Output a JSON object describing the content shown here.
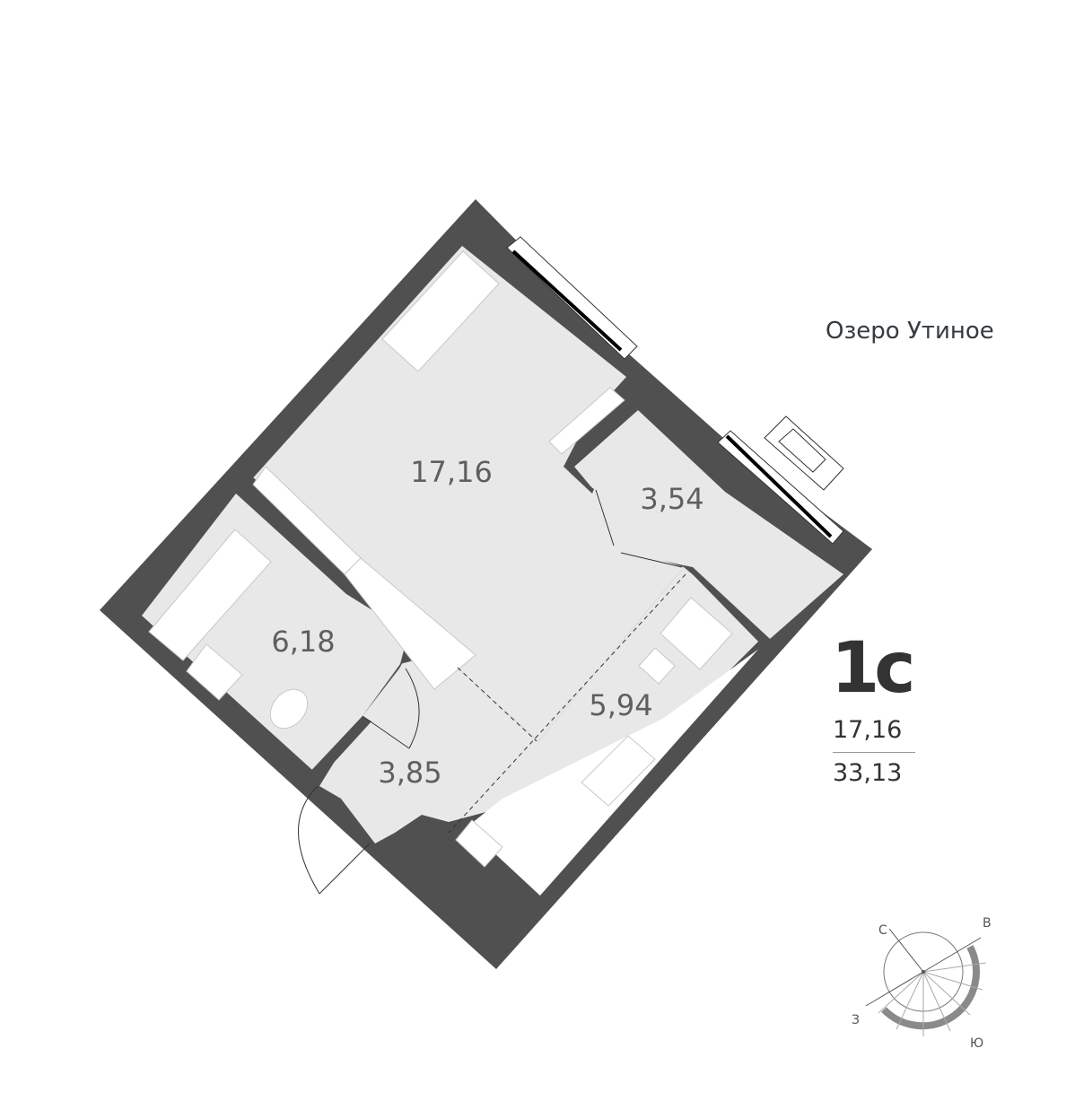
{
  "apartment": {
    "type": "1с",
    "living_area": "17,16",
    "total_area": "33,13"
  },
  "landmark": {
    "label": "Озеро Утиное"
  },
  "rooms": [
    {
      "name": "living-room",
      "area": "17,16"
    },
    {
      "name": "loggia",
      "area": "3,54"
    },
    {
      "name": "bathroom",
      "area": "6,18"
    },
    {
      "name": "kitchen",
      "area": "5,94"
    },
    {
      "name": "hallway",
      "area": "3,85"
    }
  ],
  "compass": {
    "north": "С",
    "east": "В",
    "west": "З",
    "south": "Ю"
  },
  "colors": {
    "wall": "#505050",
    "floor": "#e8e8e8",
    "furniture": "#ffffff",
    "furniture_stroke": "#c8c8c8",
    "label": "#5f5f5f",
    "title": "#333333"
  }
}
